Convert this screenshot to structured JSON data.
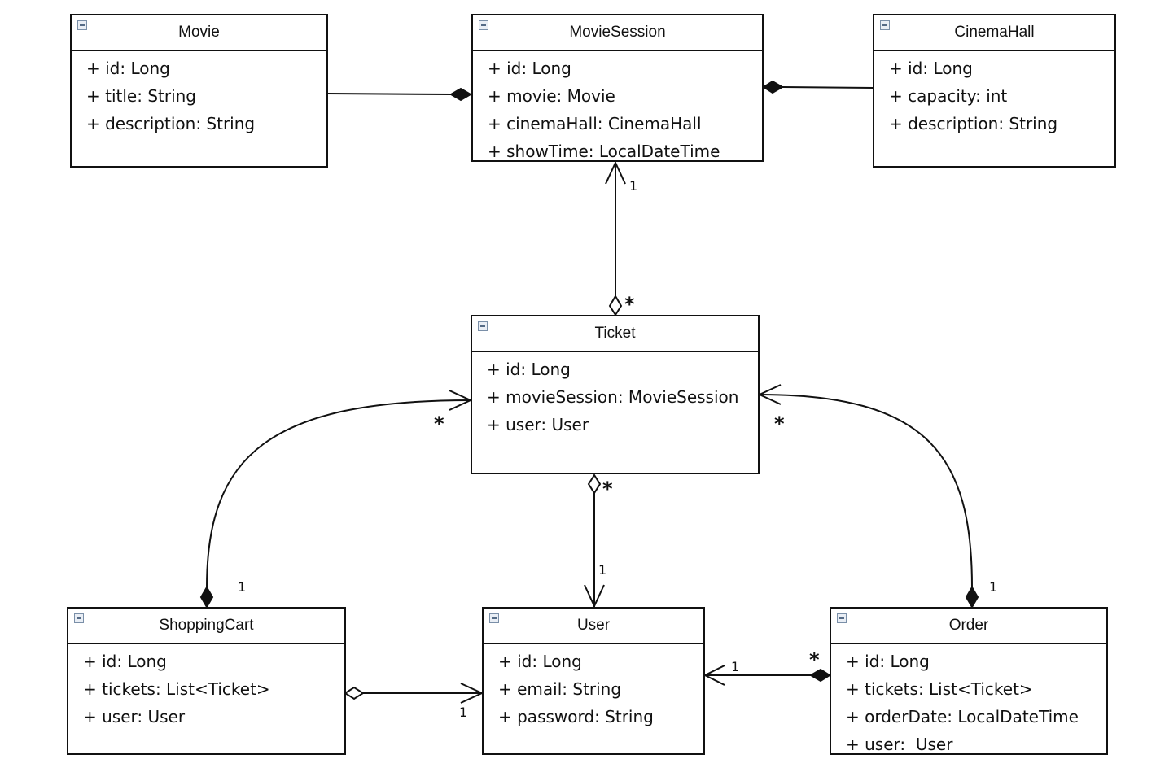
{
  "classes": {
    "movie": {
      "name": "Movie",
      "attributes": [
        "+ id: Long",
        "+ title: String",
        "+ description: String"
      ]
    },
    "movie_session": {
      "name": "MovieSession",
      "attributes": [
        "+ id: Long",
        "+ movie: Movie",
        "+ cinemaHall: CinemaHall",
        "+ showTime: LocalDateTime"
      ]
    },
    "cinema_hall": {
      "name": "CinemaHall",
      "attributes": [
        "+ id: Long",
        "+ capacity: int",
        "+ description: String"
      ]
    },
    "ticket": {
      "name": "Ticket",
      "attributes": [
        "+ id: Long",
        "+ movieSession: MovieSession",
        "+ user: User"
      ]
    },
    "shopping_cart": {
      "name": "ShoppingCart",
      "attributes": [
        "+ id: Long",
        "+ tickets: List<Ticket>",
        "+ user: User"
      ]
    },
    "user": {
      "name": "User",
      "attributes": [
        "+ id: Long",
        "+ email: String",
        "+ password: String"
      ]
    },
    "order": {
      "name": "Order",
      "attributes": [
        "+ id: Long",
        "+ tickets: List<Ticket>",
        "+ orderDate: LocalDateTime",
        "+ user:  User"
      ]
    }
  },
  "multiplicities": {
    "session_one": "1",
    "ticket_session_many": "*",
    "cart_ticket_many": "*",
    "order_ticket_many": "*",
    "ticket_user_many": "*",
    "ticket_user_one": "1",
    "cart_one": "1",
    "order_one": "1",
    "cart_user_one": "1",
    "order_user_one": "1",
    "order_user_many": "*"
  }
}
